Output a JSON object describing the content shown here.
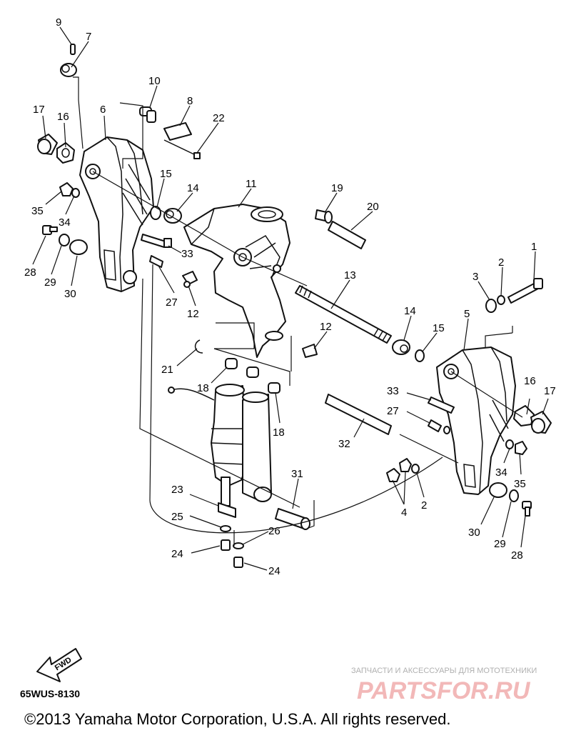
{
  "diagram": {
    "callouts": {
      "c9": "9",
      "c7": "7",
      "c10": "10",
      "c8": "8",
      "c22": "22",
      "c17a": "17",
      "c16a": "16",
      "c6": "6",
      "c15a": "15",
      "c14a": "14",
      "c11": "11",
      "c19": "19",
      "c20": "20",
      "c35a": "35",
      "c34a": "34",
      "c28a": "28",
      "c29a": "29",
      "c30a": "30",
      "c33a": "33",
      "c27a": "27",
      "c12a": "12",
      "c13": "13",
      "c1": "1",
      "c2a": "2",
      "c3": "3",
      "c14b": "14",
      "c15b": "15",
      "c12b": "12",
      "c5": "5",
      "c21": "21",
      "c18a": "18",
      "c18b": "18",
      "c33b": "33",
      "c27b": "27",
      "c16b": "16",
      "c17b": "17",
      "c32": "32",
      "c34b": "34",
      "c35b": "35",
      "c4": "4",
      "c2b": "2",
      "c31": "31",
      "c23": "23",
      "c25": "25",
      "c26": "26",
      "c24a": "24",
      "c24b": "24",
      "c30b": "30",
      "c29b": "29",
      "c28b": "28"
    },
    "fwd_label": "FWD",
    "diagram_code": "65WUS-8130"
  },
  "watermark": {
    "tagline": "ЗАПЧАСТИ И АКСЕССУАРЫ ДЛЯ МОТОТЕХНИКИ",
    "brand": "PARTSFOR.RU"
  },
  "footer": {
    "copyright": "©2013 Yamaha Motor Corporation, U.S.A. All rights reserved."
  }
}
